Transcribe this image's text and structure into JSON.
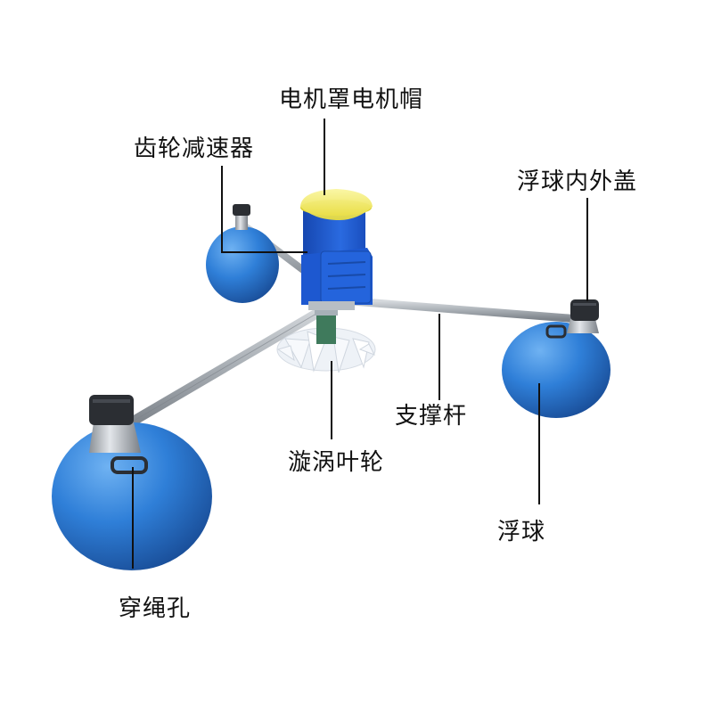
{
  "labels": {
    "motor_cover": "电机罩电机帽",
    "gear_reducer": "齿轮减速器",
    "float_cap": "浮球内外盖",
    "support_rod": "支撑杆",
    "impeller": "漩涡叶轮",
    "float_ball": "浮球",
    "rope_hole": "穿绳孔"
  },
  "colors": {
    "float_blue": "#2f7fd8",
    "motor_blue": "#1e5fd0",
    "cap_yellow": "#f2ea5a",
    "rod_gray": "#a9afb5",
    "impeller_white": "#f3f6fa"
  }
}
